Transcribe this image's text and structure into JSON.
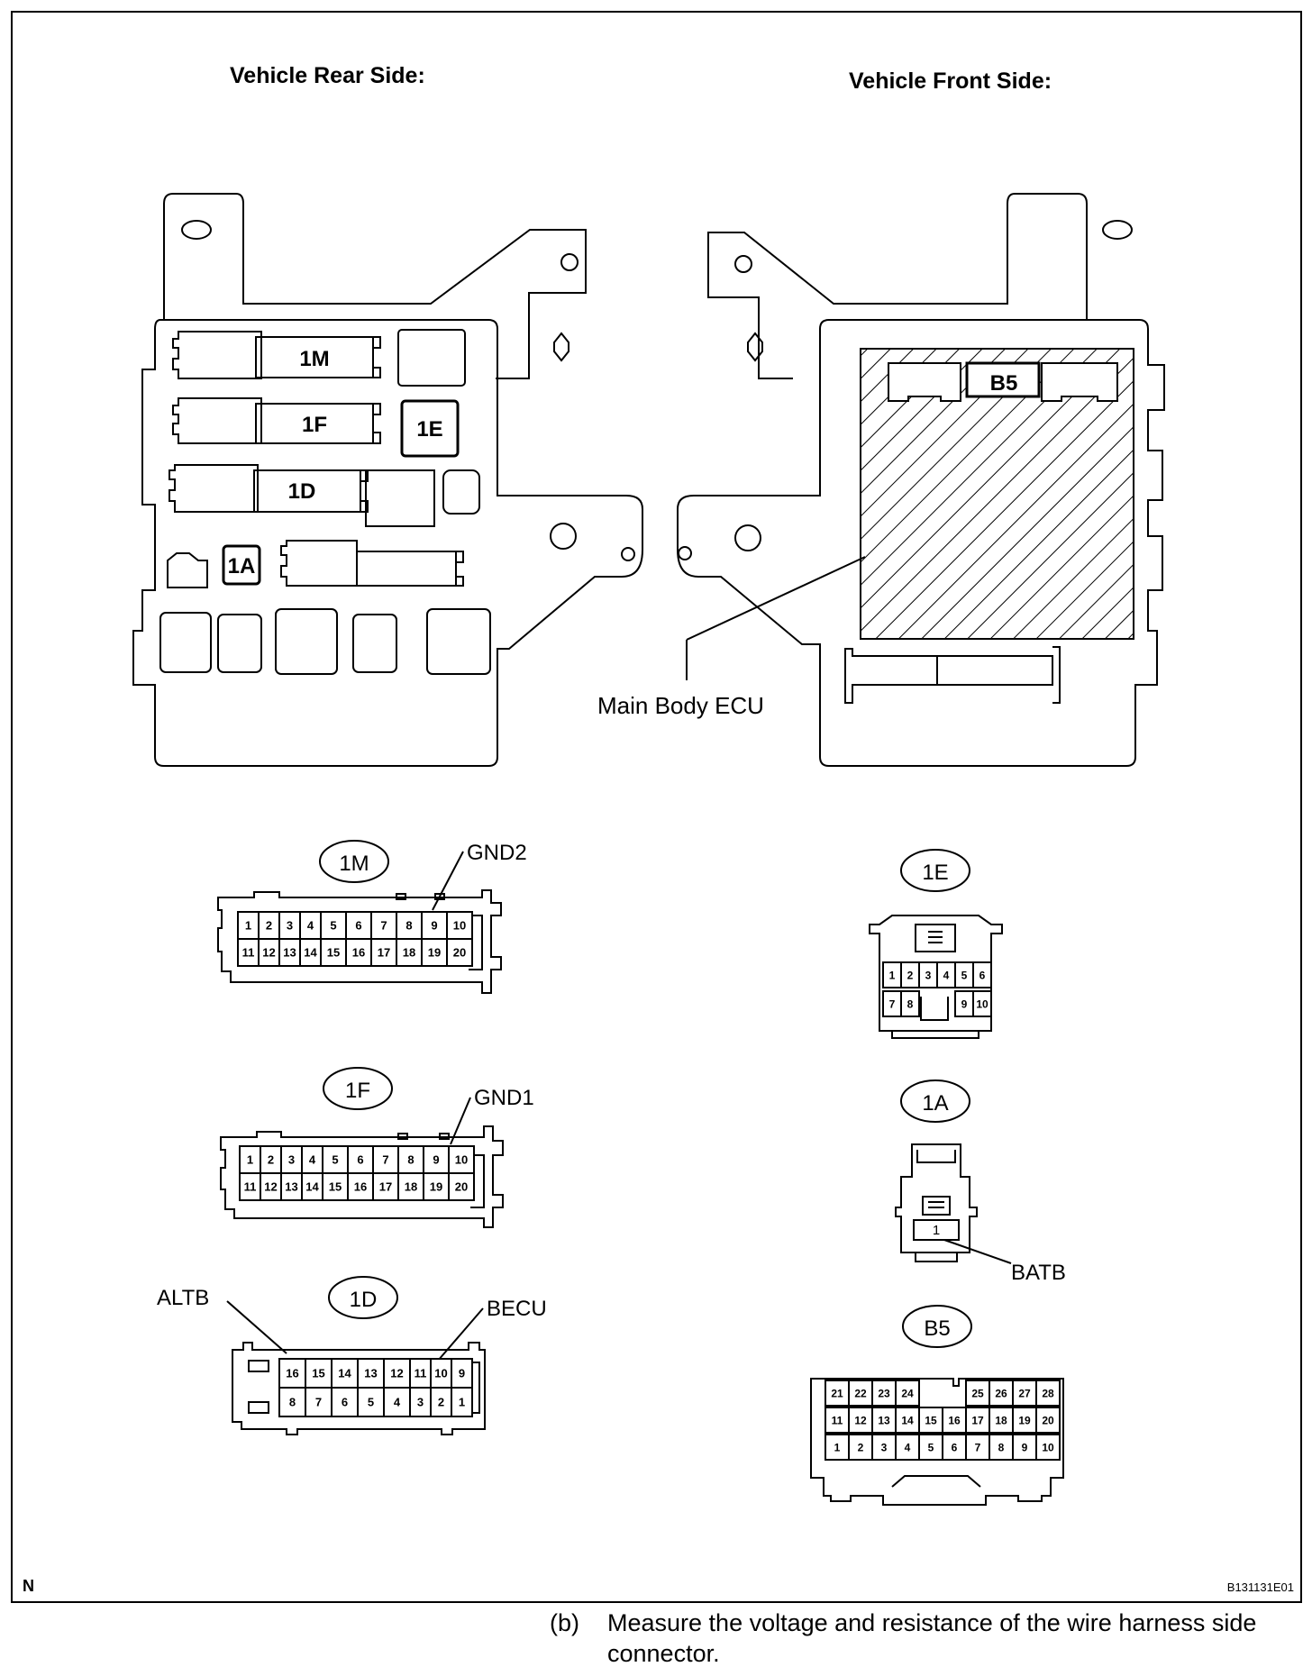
{
  "figure": {
    "rear_title": "Vehicle Rear Side:",
    "front_title": "Vehicle Front Side:",
    "rear_labels": [
      "1M",
      "1F",
      "1E",
      "1D",
      "1A"
    ],
    "front_label": "B5",
    "ecu_label": "Main Body ECU",
    "corner_mark": "N",
    "figure_code": "B131131E01"
  },
  "connectors": {
    "c1M": {
      "name": "1M",
      "callout": "GND2",
      "top": [
        "1",
        "2",
        "3",
        "4",
        "5",
        "6",
        "7",
        "8",
        "9",
        "10"
      ],
      "bottom": [
        "11",
        "12",
        "13",
        "14",
        "15",
        "16",
        "17",
        "18",
        "19",
        "20"
      ]
    },
    "c1F": {
      "name": "1F",
      "callout": "GND1",
      "top": [
        "1",
        "2",
        "3",
        "4",
        "5",
        "6",
        "7",
        "8",
        "9",
        "10"
      ],
      "bottom": [
        "11",
        "12",
        "13",
        "14",
        "15",
        "16",
        "17",
        "18",
        "19",
        "20"
      ]
    },
    "c1D": {
      "name": "1D",
      "callout_left": "ALTB",
      "callout_right": "BECU",
      "top": [
        "16",
        "15",
        "14",
        "13",
        "12",
        "11",
        "10",
        "9"
      ],
      "bottom": [
        "8",
        "7",
        "6",
        "5",
        "4",
        "3",
        "2",
        "1"
      ]
    },
    "c1E": {
      "name": "1E",
      "top": [
        "1",
        "2",
        "3",
        "4",
        "5",
        "6"
      ],
      "bottom": [
        "7",
        "8",
        "9",
        "10"
      ]
    },
    "c1A": {
      "name": "1A",
      "callout": "BATB",
      "pin": "1"
    },
    "cB5": {
      "name": "B5",
      "row1": [
        "21",
        "22",
        "23",
        "24",
        "25",
        "26",
        "27",
        "28"
      ],
      "row2": [
        "11",
        "12",
        "13",
        "14",
        "15",
        "16",
        "17",
        "18",
        "19",
        "20"
      ],
      "row3": [
        "1",
        "2",
        "3",
        "4",
        "5",
        "6",
        "7",
        "8",
        "9",
        "10"
      ]
    }
  },
  "instruction": {
    "label": "(b)",
    "text": "Measure the voltage and resistance of the wire harness side connector."
  }
}
